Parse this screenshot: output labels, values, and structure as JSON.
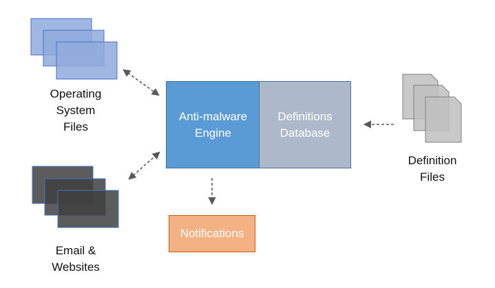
{
  "colors": {
    "engine_fill": "#5b9bd5",
    "engine_border": "#41719c",
    "database_fill": "#adb9ca",
    "notifications_fill": "#f4b183",
    "notifications_border": "#c55a11",
    "os_files_fill": "#8faadc",
    "os_files_border": "#4472c4",
    "web_fill": "#404040",
    "web_border": "#4472c4",
    "definition_files_fill": "#bfbfbf",
    "definition_files_border": "#7f7f7f",
    "arrow": "#595959"
  },
  "nodes": {
    "engine": {
      "label": "Anti-malware\nEngine"
    },
    "database": {
      "label": "Definitions\nDatabase"
    },
    "notifications": {
      "label": "Notifications"
    },
    "os_files": {
      "label": "Operating\nSystem\nFiles",
      "icon": "stacked-windows-icon"
    },
    "email_web": {
      "label": "Email &\nWebsites",
      "icon": "stacked-dark-windows-icon"
    },
    "definition_files": {
      "label": "Definition\nFiles",
      "icon": "stacked-documents-icon"
    }
  },
  "connections": [
    {
      "from": "os_files",
      "to": "engine",
      "style": "dashed",
      "direction": "both"
    },
    {
      "from": "email_web",
      "to": "engine",
      "style": "dashed",
      "direction": "both"
    },
    {
      "from": "definition_files",
      "to": "database",
      "style": "dashed",
      "direction": "forward"
    },
    {
      "from": "engine",
      "to": "notifications",
      "style": "dashed",
      "direction": "forward"
    }
  ]
}
